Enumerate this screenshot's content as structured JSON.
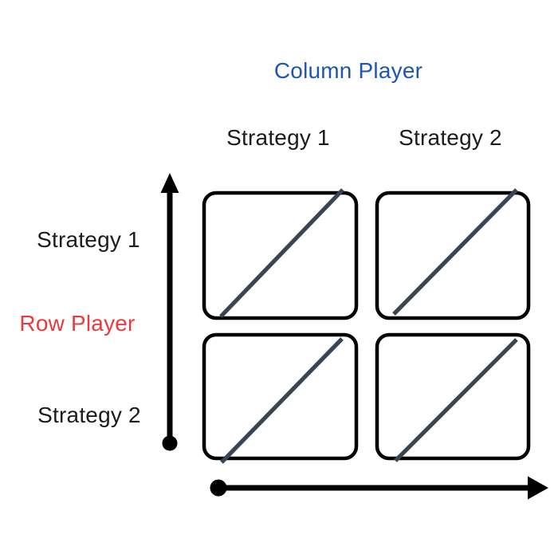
{
  "diagram": {
    "column_player": {
      "label": "Column Player",
      "color": "#1e56b0"
    },
    "row_player": {
      "label": "Row Player",
      "color": "#ec3a3c"
    },
    "column_strategies": [
      "Strategy 1",
      "Strategy 2"
    ],
    "row_strategies": [
      "Strategy 1",
      "Strategy 2"
    ],
    "matrix": {
      "rows": 2,
      "cols": 2,
      "cell_icon": "diagonal-line-icon",
      "cell_values": []
    },
    "colors": {
      "text": "#1c1c1c",
      "axis": "#000000",
      "cell_border": "#000000",
      "cell_fill": "#ffffff",
      "diagonal": "#3a4553",
      "background": "#ffffff"
    }
  }
}
